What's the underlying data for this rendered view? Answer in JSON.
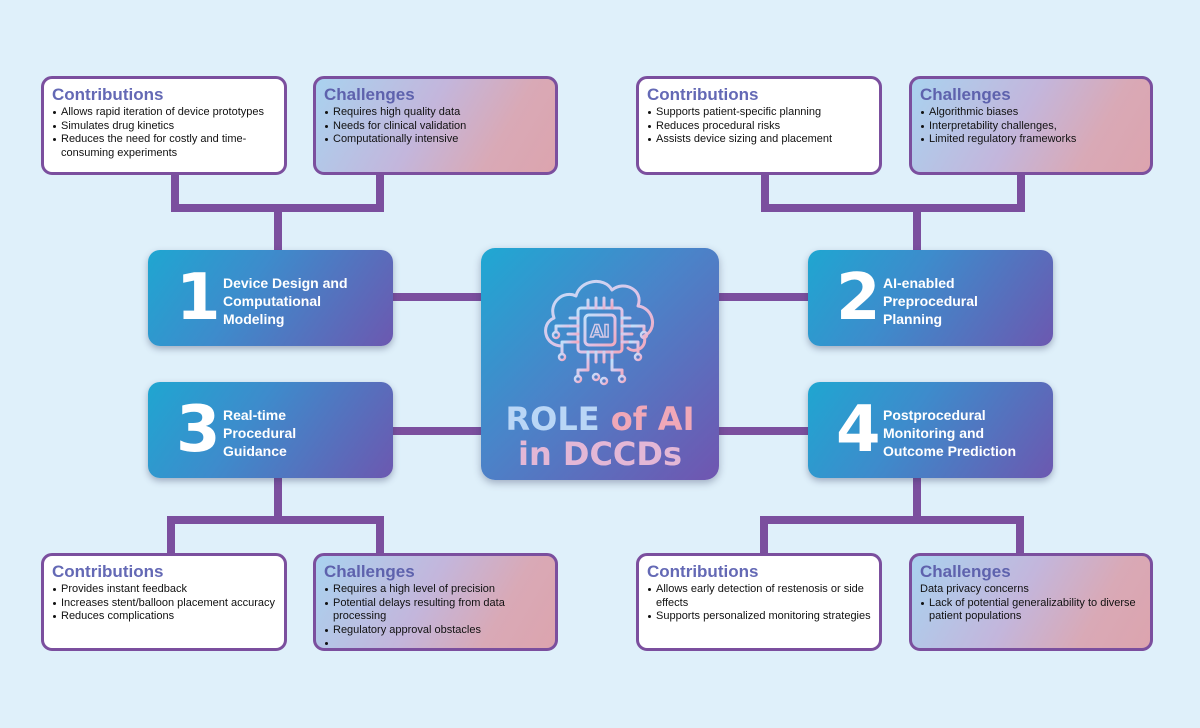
{
  "center": {
    "icon": "ai-chip-icon",
    "chip_text": "AI",
    "title_line1_part1": "ROLE",
    "title_line1_part2": "of AI",
    "title_line2": "in DCCDs"
  },
  "topics": [
    {
      "number": "1",
      "label": "Device Design and Computational Modeling"
    },
    {
      "number": "2",
      "label": "AI-enabled Preprocedural Planning"
    },
    {
      "number": "3",
      "label": "Real-time Procedural Guidance"
    },
    {
      "number": "4",
      "label": "Postprocedural Monitoring and Outcome Prediction"
    }
  ],
  "boxes": {
    "top_left_contributions": {
      "title": "Contributions",
      "items": [
        "Allows rapid iteration of device prototypes",
        "Simulates drug kinetics",
        "Reduces the need for costly and time-consuming experiments"
      ]
    },
    "top_left_challenges": {
      "title": "Challenges",
      "items": [
        "Requires high quality data",
        "Needs for clinical validation",
        "Computationally intensive"
      ]
    },
    "top_right_contributions": {
      "title": "Contributions",
      "items": [
        "Supports patient-specific planning",
        "Reduces procedural risks",
        "Assists device sizing and placement"
      ]
    },
    "top_right_challenges": {
      "title": "Challenges",
      "items": [
        "Algorithmic biases",
        "Interpretability challenges,",
        "Limited regulatory frameworks"
      ]
    },
    "bottom_left_contributions": {
      "title": "Contributions",
      "items": [
        "Provides instant feedback",
        "Increases stent/balloon placement accuracy",
        "Reduces complications"
      ]
    },
    "bottom_left_challenges": {
      "title": "Challenges",
      "items": [
        "Requires a high level of precision",
        "Potential delays resulting from data processing",
        "Regulatory approval obstacles",
        ""
      ]
    },
    "bottom_right_contributions": {
      "title": "Contributions",
      "items": [
        "Allows early detection of restenosis or side effects",
        "Supports personalized monitoring strategies"
      ]
    },
    "bottom_right_challenges": {
      "title": "Challenges",
      "intro": "Data privacy concerns",
      "items": [
        "Lack of potential generalizability to diverse patient populations"
      ]
    }
  },
  "colors": {
    "background": "#dff0fa",
    "connector": "#7b4f9e",
    "box_border": "#7b4f9e",
    "heading": "#6469b5",
    "gradient_start": "#1fa6d1",
    "gradient_end": "#6c58b0"
  }
}
